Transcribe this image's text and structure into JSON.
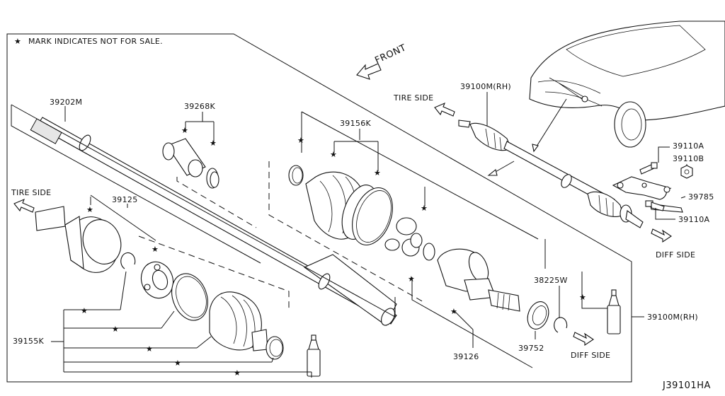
{
  "notice": "MARK INDICATES NOT FOR SALE.",
  "star_glyph": "★",
  "front_label": "FRONT",
  "labels": {
    "p39202M": "39202M",
    "p39268K": "39268K",
    "p39156K": "39156K",
    "p39125": "39125",
    "p39155K": "39155K",
    "p39126": "39126",
    "p39752": "39752",
    "p38225W": "38225W",
    "p39100M_rh_top": "39100M(RH)",
    "p39100M_rh_right": "39100M(RH)",
    "p39110A_top": "39110A",
    "p39110B": "39110B",
    "p39785": "39785",
    "p39110A_bottom": "39110A"
  },
  "directions": {
    "tire_side_left": "TIRE SIDE",
    "tire_side_top": "TIRE SIDE",
    "diff_side_right": "DIFF SIDE",
    "diff_side_bottom": "DIFF SIDE"
  },
  "diagram_code": "J39101HA",
  "colors": {
    "line": "#111111",
    "background": "#ffffff"
  }
}
